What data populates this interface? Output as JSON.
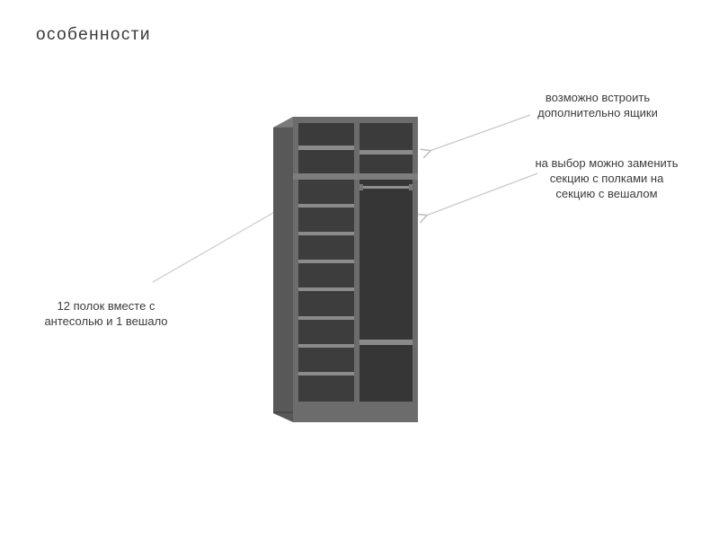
{
  "title": "особенности",
  "annotations": {
    "drawers": "возможно встроить дополнительно ящики",
    "swap_section": "на выбор можно заменить секцию с полками на секцию с вешалом",
    "shelves": "12 полок вместе с антесолью и 1 вешало"
  },
  "colors": {
    "cabinet_front": "#6b6b6b",
    "cabinet_side": "#555555",
    "cabinet_interior": "#3a3a3a",
    "shelf_edge": "#8a8a8a",
    "pointer_line": "#c9c9c9"
  }
}
